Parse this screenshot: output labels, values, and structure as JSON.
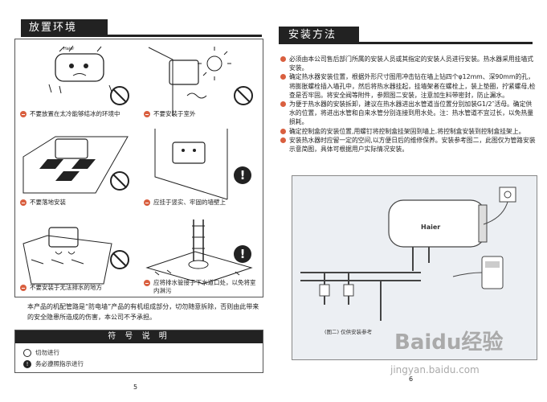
{
  "left": {
    "section_title": "放置环境",
    "captions": [
      {
        "text": "不要放置在太冷能够结冰的环境中",
        "kind": "forbid"
      },
      {
        "text": "不要安装于室外",
        "kind": "forbid"
      },
      {
        "text": "不要落地安装",
        "kind": "forbid"
      },
      {
        "text": "应挂于竖实、牢固的墙壁上",
        "kind": "forbid"
      },
      {
        "text": "不要安装于无法排水的地方",
        "kind": "forbid"
      },
      {
        "text": "应将排水管接于下水道口处，以免将室内淋污",
        "kind": "forbid"
      }
    ],
    "tag_label": "Haier",
    "note": "本产品的机配管路是“防电墙”产品的有机组成部分，切勿随意拆除，否则由此带来的安全隐患所造成的伤害，本公司不予承担。",
    "legend_title": "符 号 说 明",
    "legend_items": [
      {
        "label": "切勿进行"
      },
      {
        "label": "务必遵照指示进行"
      }
    ],
    "page_number": "5"
  },
  "right": {
    "section_title": "安装方法",
    "items": [
      "必须由本公司售后部门所属的安装人员或其指定的安装人员进行安装。热水器采用挂墙式安装。",
      "确定热水器安装位置，根据外形尺寸图用冲击钻在墙上钻四个φ12mm、深90mm的孔，将膨胀螺栓插入墙孔中，然后将热水器挂起，挂墙架者在螺栓上，装上垫圈，拧紧螺母,检查是否牢固。将安全阀等附件，参照图二安装，注意加生料带密封，防止漏水。",
      "为便于热水器的安装拆卸，建议在热水器进出水管道当位置分别加装G1/2″活母。确定供水的位置，将进出水管和自来水管分别连接到用水处。注：热水管道不宜过长，以免热量损耗。",
      "确定控制盒的安装位置,用螺钉将控制盒挂架固到墙上.将控制盒安装到控制盒挂架上。",
      "安装热水器时应留一定的空间,以方便日后的维修保养。安装参考图二，此图仅为管路安装示意简图，具体可根据用户实际情况安装。"
    ],
    "brand": "Haier",
    "diagram_caption": "(图二)  仅供安装参考",
    "watermark_main": "Baidu经验",
    "watermark_sub": "jingyan.baidu.com",
    "page_number": "6"
  },
  "colors": {
    "accent": "#d95f3f",
    "ink": "#222222"
  }
}
